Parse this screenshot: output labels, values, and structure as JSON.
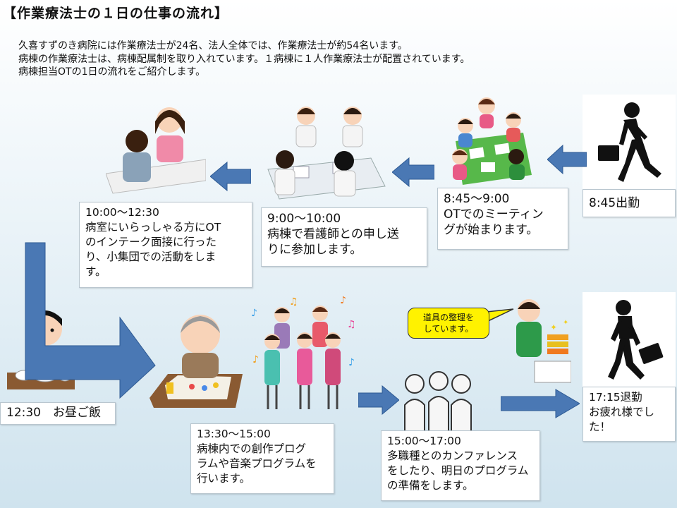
{
  "title": "【作業療法士の１日の仕事の流れ】",
  "intro": [
    "久喜すずのき病院には作業療法士が24名、法人全体では、作業療法士が約54名います。",
    "病棟の作業療法士は、病棟配属制を取り入れています。１病棟に１人作業療法士が配置されています。",
    "病棟担当OTの1日の流れをご紹介します。"
  ],
  "steps": {
    "s1": {
      "lines": [
        "8:45出勤"
      ]
    },
    "s2": {
      "lines": [
        "8:45～9:00",
        "OTでのミーティン",
        "グが始まります。"
      ]
    },
    "s3": {
      "lines": [
        "9:00～10:00",
        "病棟で看護師との申し送",
        "りに参加します。"
      ]
    },
    "s4": {
      "lines": [
        "10:00～12:30",
        "病室にいらっしゃる方にOT",
        "のインテーク面接に行った",
        "り、小集団での活動をしま",
        "す。"
      ]
    },
    "s5": {
      "lines": [
        "12:30　お昼ご飯"
      ]
    },
    "s6": {
      "lines": [
        "13:30～15:00",
        "病棟内での創作プログ",
        "ラムや音楽プログラムを",
        "行います。"
      ]
    },
    "s7": {
      "lines": [
        "15:00～17:00",
        "多職種とのカンファレンス",
        "をしたり、明日のプログラム",
        "の準備をします。"
      ]
    },
    "s8": {
      "lines": [
        "17:15退勤",
        "お疲れ様でし",
        "た！"
      ]
    }
  },
  "callout": {
    "lines": [
      "道具の整理を",
      "しています。"
    ]
  },
  "colors": {
    "arrow": "#4a78b4",
    "arrow_dark": "#2e5a93",
    "callout": "#fff200"
  }
}
